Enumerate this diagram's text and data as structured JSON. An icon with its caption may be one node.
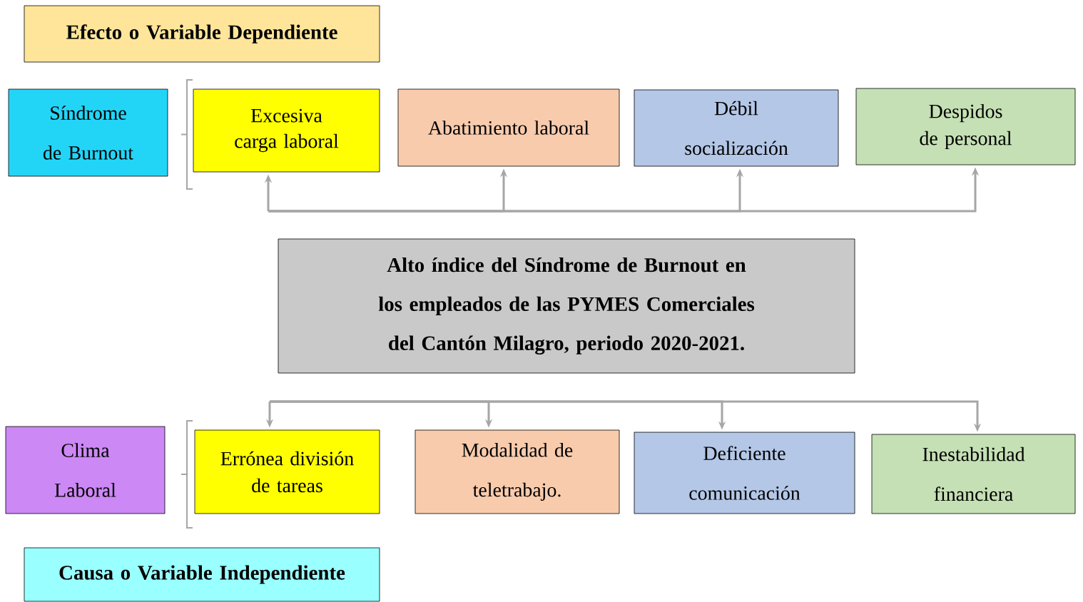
{
  "diagram": {
    "nodes": [
      {
        "text": [
          "Efecto o Variable Dependiente"
        ]
      },
      {
        "text": [
          "Síndrome de Burnout"
        ]
      },
      {
        "text": [
          "Excesiva carga laboral"
        ]
      },
      {
        "text": [
          "Abatimiento laboral"
        ]
      },
      {
        "text": [
          "Débil socialización"
        ]
      },
      {
        "text": [
          "Despidos de personal"
        ]
      },
      {
        "text": [
          "Alto índice del Síndrome de Burnout en los empleados de las PYMES Comerciales del Cantón Milagro, periodo 2020-2021."
        ]
      },
      {
        "text": [
          "Clima Laboral"
        ]
      },
      {
        "text": [
          "Errónea división de tareas"
        ]
      },
      {
        "text": [
          "Modalidad de teletrabajo."
        ]
      },
      {
        "text": [
          "Deficiente comunicación"
        ]
      },
      {
        "text": [
          "Inestabilidad financiera"
        ]
      },
      {
        "text": [
          "Causa o Variable Independiente"
        ]
      }
    ],
    "edges": [
      {
        "from": null,
        "to": 2,
        "arrow": "to"
      },
      {
        "from": null,
        "to": 3,
        "arrow": "to"
      },
      {
        "from": null,
        "to": 4,
        "arrow": "to"
      },
      {
        "from": null,
        "to": 5,
        "arrow": "to"
      },
      {
        "from": null,
        "to": 8,
        "arrow": "to"
      },
      {
        "from": null,
        "to": 9,
        "arrow": "to"
      },
      {
        "from": null,
        "to": 10,
        "arrow": "to"
      },
      {
        "from": null,
        "to": 11,
        "arrow": "to"
      }
    ]
  }
}
